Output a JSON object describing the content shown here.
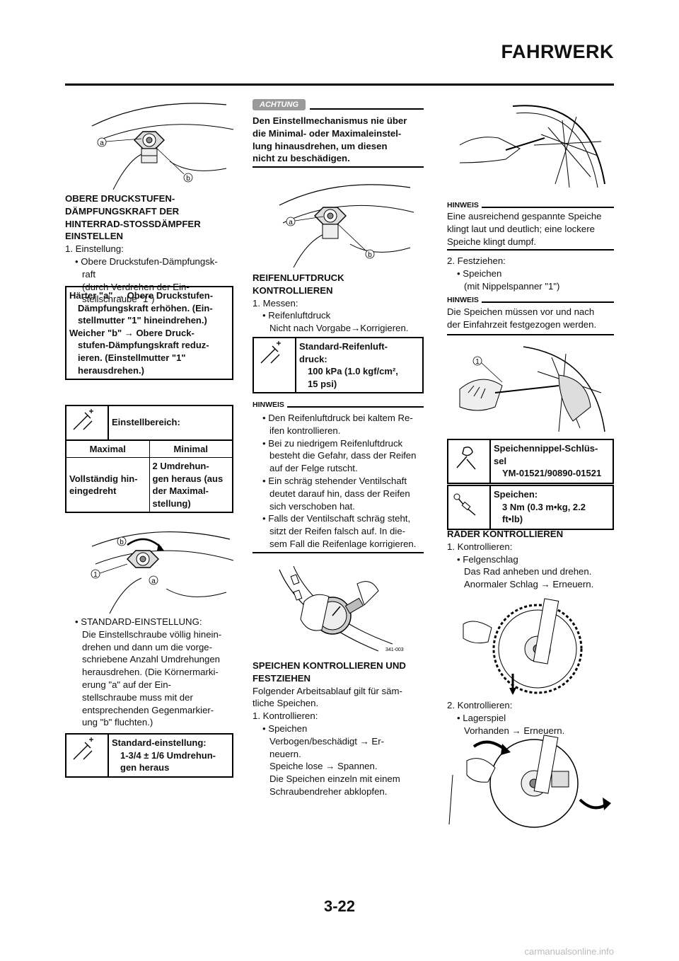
{
  "header": {
    "title": "FAHRWERK"
  },
  "footer": {
    "page_number": "3-22",
    "watermark": "carmanualsonline.info"
  },
  "col1": {
    "heading": [
      "OBERE DRUCKSTUFEN-",
      "DÄMPFUNGSKRAFT DER",
      "HINTERRAD-STOSSDÄMPFER",
      "EINSTELLEN"
    ],
    "step1": "1.  Einstellung:",
    "bullet1": [
      "Obere Druckstufen-Dämpfungsk-",
      "raft"
    ],
    "bullet1_sub": [
      "(durch Verdrehen der Ein-",
      "stellschraube \"1\")"
    ],
    "box1": {
      "line1": "Härter \"a\" → Obere Druckstufen-",
      "line2": "Dämpfungskraft erhöhen. (Ein-",
      "line3": "stellmutter \"1\" hineindrehen.)",
      "line4": "Weicher \"b\" → Obere Druck-",
      "line5": "stufen-Dämpfungskraft reduz-",
      "line6": "ieren. (Einstellmutter \"1\"",
      "line7": "herausdrehen.)"
    },
    "box2": {
      "label": "Einstellbereich:",
      "col_max": "Maximal",
      "col_min": "Minimal",
      "max_val": [
        "Vollständig hin-",
        "eingedreht"
      ],
      "min_val": [
        "2 Umdrehun-",
        "gen heraus (aus",
        "der Maximal-",
        "stellung)"
      ]
    },
    "bullet2": [
      "STANDARD-EINSTELLUNG:"
    ],
    "bullet2_sub": [
      "Die Einstellschraube völlig hinein-",
      "drehen und dann um die vorge-",
      "schriebene Anzahl Umdrehungen",
      "herausdrehen. (Die Körnermarki-",
      "erung \"a\" auf der Ein-",
      "stellschraube muss mit der",
      "entsprechenden Gegenmarkier-",
      "ung \"b\" fluchten.)"
    ],
    "box3": {
      "label": "Standard-einstellung:",
      "value": [
        "1-3/4 ± 1/6 Umdrehun-",
        "gen heraus"
      ]
    }
  },
  "col2": {
    "achtung_label": "ACHTUNG",
    "achtung_text": [
      "Den Einstellmechanismus nie über",
      "die Minimal- oder Maximaleinstel-",
      "lung hinausdrehen, um diesen",
      "nicht zu beschädigen."
    ],
    "heading1": [
      "REIFENLUFTDRUCK",
      "KONTROLLIEREN"
    ],
    "step1": "1.  Messen:",
    "bullet1": "Reifenluftdruck",
    "bullet1_sub": "Nicht nach Vorgabe→Korrigieren.",
    "box1": {
      "label": [
        "Standard-Reifenluft-",
        "druck:"
      ],
      "value": [
        "100 kPa (1.0 kgf/cm², ",
        "15 psi)"
      ]
    },
    "hinweis_label": "HINWEIS",
    "hinweis_bullets": [
      [
        "Den Reifenluftdruck bei kaltem Re-",
        "ifen kontrollieren."
      ],
      [
        "Bei zu niedrigem Reifenluftdruck",
        "besteht die Gefahr, dass der Reifen",
        "auf der Felge rutscht."
      ],
      [
        "Ein schräg stehender Ventilschaft",
        "deutet darauf hin, dass der Reifen",
        "sich verschoben hat."
      ],
      [
        "Falls der Ventilschaft schräg steht,",
        "sitzt der Reifen falsch auf. In die-",
        "sem Fall die Reifenlage korrigieren."
      ]
    ],
    "fig_code": "341-003",
    "heading2": [
      "SPEICHEN KONTROLLIEREN UND",
      "FESTZIEHEN"
    ],
    "intro": [
      "Folgender Arbeitsablauf gilt für säm-",
      "tliche Speichen."
    ],
    "step2": "1.  Kontrollieren:",
    "bullet2": "Speichen",
    "bullet2_sub": [
      "Verbogen/beschädigt → Er-",
      "neuern.",
      "Speiche lose → Spannen.",
      "Die Speichen einzeln mit einem",
      "Schraubendreher abklopfen."
    ]
  },
  "col3": {
    "hinweis1_label": "HINWEIS",
    "hinweis1_text": [
      "Eine ausreichend gespannte Speiche",
      "klingt laut und deutlich; eine lockere",
      "Speiche klingt dumpf."
    ],
    "step2": "2.  Festziehen:",
    "bullet1": "Speichen",
    "bullet1_sub": "(mit Nippelspanner \"1\")",
    "hinweis2_label": "HINWEIS",
    "hinweis2_text": [
      "Die Speichen müssen vor und nach",
      "der Einfahrzeit festgezogen werden."
    ],
    "box1": {
      "label": [
        "Speichennippel-Schlüs-",
        "sel"
      ],
      "value": "YM-01521/90890-01521"
    },
    "box2": {
      "label": "Speichen:",
      "value": [
        "3 Nm (0.3 m•kg, 2.2",
        "ft•lb)"
      ]
    },
    "heading": "RÄDER KONTROLLIEREN",
    "step1": "1.  Kontrollieren:",
    "bullet2": "Felgenschlag",
    "bullet2_sub": [
      "Das Rad anheben und drehen.",
      "Anormaler Schlag → Erneuern."
    ],
    "step3": "2.  Kontrollieren:",
    "bullet3": "Lagerspiel",
    "bullet3_sub": "Vorhanden → Erneuern."
  },
  "labels": {
    "a": "a",
    "b": "b",
    "one": "1"
  }
}
